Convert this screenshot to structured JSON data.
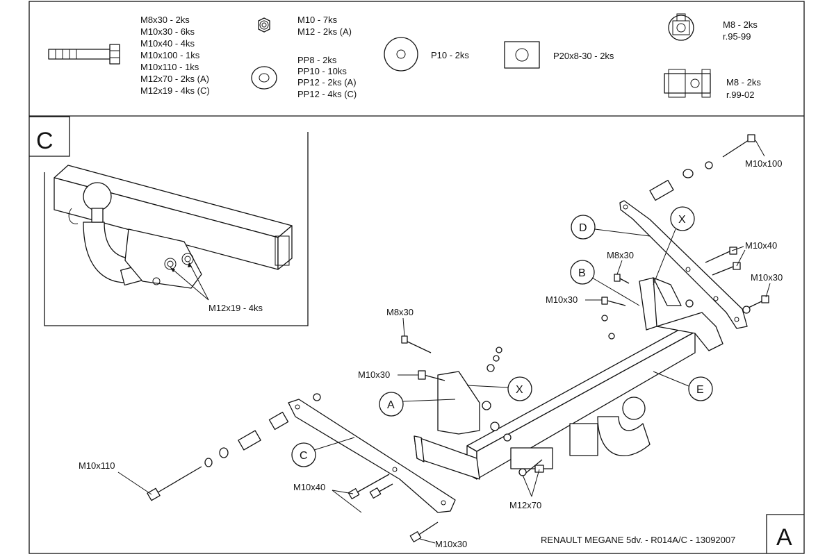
{
  "legend": {
    "bolts": [
      "M8x30 - 2ks",
      "M10x30 - 6ks",
      "M10x40 - 4ks",
      "M10x100 - 1ks",
      "M10x110 - 1ks",
      "M12x70 - 2ks (A)",
      "M12x19 - 4ks (C)"
    ],
    "nuts": [
      "M10 - 7ks",
      "M12 - 2ks (A)"
    ],
    "washers": [
      "PP8 - 2ks",
      "PP10 - 10ks",
      "PP12 - 2ks (A)",
      "PP12 - 4ks (C)"
    ],
    "plain_washer": "P10 - 2ks",
    "square_washer": "P20x8-30 - 2ks",
    "cage_nut_1": [
      "M8 - 2ks",
      "r.95-99"
    ],
    "cage_nut_2": [
      "M8 - 2ks",
      "r.99-02"
    ]
  },
  "inset": {
    "corner_letter": "C",
    "callout": "M12x19 - 4ks"
  },
  "main": {
    "bolt_labels": {
      "m10x100": "M10x100",
      "m10x40_right": "M10x40",
      "m10x30_right": "M10x30",
      "m8x30_right": "M8x30",
      "m10x30_mid": "M10x30",
      "m8x30_left": "M8x30",
      "m10x30_left": "M10x30",
      "m10x110": "M10x110",
      "m10x40_left": "M10x40",
      "m10x30_bottom": "M10x30",
      "m12x70": "M12x70"
    },
    "part_letters": {
      "d": "D",
      "b": "B",
      "x_top": "X",
      "x_mid": "X",
      "a": "A",
      "c": "C",
      "e": "E"
    }
  },
  "footer": {
    "title": "RENAULT MEGANE 5dv. - R014A/C - 13092007",
    "sheet_letter": "A"
  }
}
